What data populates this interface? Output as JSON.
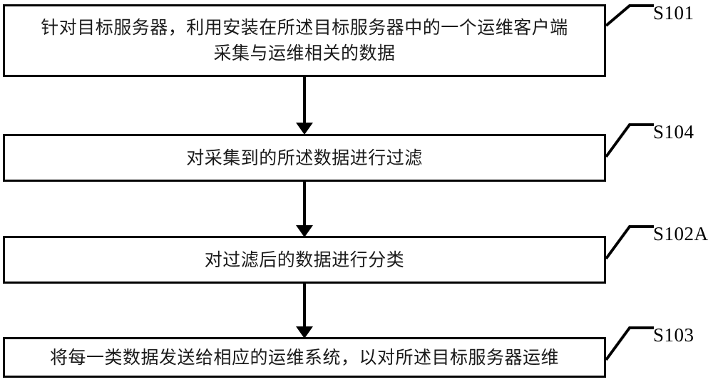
{
  "diagram": {
    "type": "flowchart",
    "orientation": "vertical",
    "language": "zh-CN",
    "background_color": "#ffffff",
    "line_color": "#000000",
    "steps": [
      {
        "id": "S101",
        "label": "S101",
        "text": "针对目标服务器，利用安装在所述目标服务器中的一个运维客户端\n采集与运维相关的数据"
      },
      {
        "id": "S104",
        "label": "S104",
        "text": "对采集到的所述数据进行过滤"
      },
      {
        "id": "S102A",
        "label": "S102A",
        "text": "对过滤后的数据进行分类"
      },
      {
        "id": "S103",
        "label": "S103",
        "text": "将每一类数据发送给相应的运维系统，以对所述目标服务器运维"
      }
    ],
    "connectors": [
      {
        "from": "S101",
        "to": "S104",
        "arrow": "down"
      },
      {
        "from": "S104",
        "to": "S102A",
        "arrow": "down"
      },
      {
        "from": "S102A",
        "to": "S103",
        "arrow": "down"
      }
    ]
  }
}
